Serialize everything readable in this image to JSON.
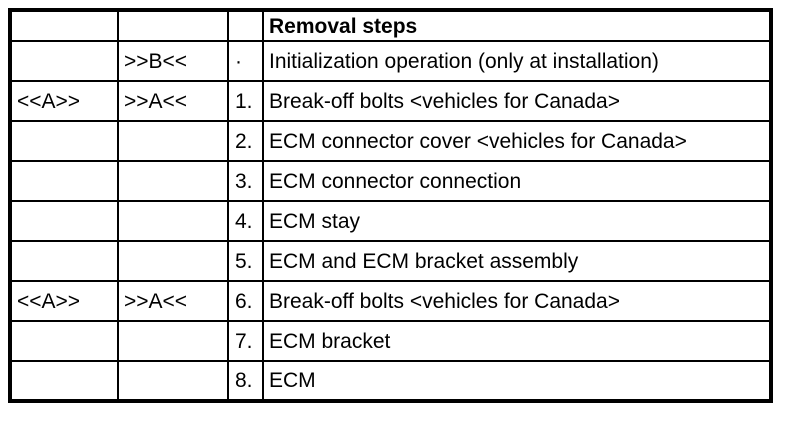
{
  "table": {
    "header": {
      "marker_a": "",
      "marker_b": "",
      "number": "",
      "title": "Removal steps"
    },
    "rows": [
      {
        "marker_a": "",
        "marker_b": ">>B<<",
        "number": "·",
        "step": "Initialization operation (only at installation)"
      },
      {
        "marker_a": "<<A>>",
        "marker_b": ">>A<<",
        "number": "1.",
        "step": "Break-off bolts <vehicles for Canada>"
      },
      {
        "marker_a": "",
        "marker_b": "",
        "number": "2.",
        "step": "ECM connector cover <vehicles for Canada>"
      },
      {
        "marker_a": "",
        "marker_b": "",
        "number": "3.",
        "step": "ECM connector connection"
      },
      {
        "marker_a": "",
        "marker_b": "",
        "number": "4.",
        "step": "ECM stay"
      },
      {
        "marker_a": "",
        "marker_b": "",
        "number": "5.",
        "step": "ECM and ECM bracket assembly"
      },
      {
        "marker_a": "<<A>>",
        "marker_b": ">>A<<",
        "number": "6.",
        "step": "Break-off bolts <vehicles for Canada>"
      },
      {
        "marker_a": "",
        "marker_b": "",
        "number": "7.",
        "step": "ECM bracket"
      },
      {
        "marker_a": "",
        "marker_b": "",
        "number": "8.",
        "step": "ECM"
      }
    ]
  },
  "colors": {
    "border": "#000000",
    "text": "#000000",
    "background": "#ffffff"
  }
}
